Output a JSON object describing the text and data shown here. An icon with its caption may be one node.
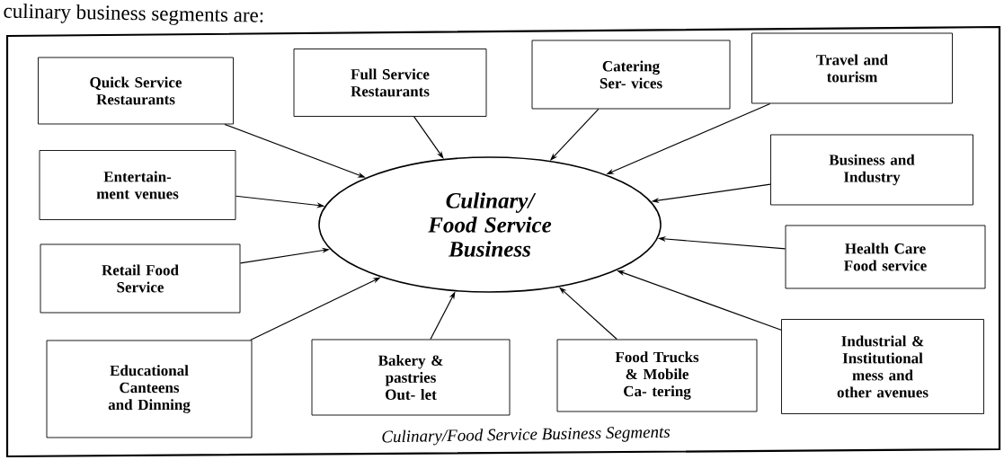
{
  "diagram": {
    "caption": "Culinary/Food Service Business Segments",
    "nodes": [
      {
        "text": [
          "Quick Service Restaurants"
        ]
      },
      {
        "text": [
          "Full Service Restaurants"
        ]
      },
      {
        "text": [
          "Catering Ser- vices"
        ]
      },
      {
        "text": [
          "Travel and tourism"
        ]
      },
      {
        "text": [
          "Entertain- ment venues"
        ]
      },
      {
        "text": [
          "Business and Industry"
        ]
      },
      {
        "text": [
          "Culinary/ Food Service Business"
        ]
      },
      {
        "text": [
          "Retail Food Service"
        ]
      },
      {
        "text": [
          "Health Care Food service"
        ]
      },
      {
        "text": [
          "Educational Canteens and Dinning"
        ]
      },
      {
        "text": [
          "Bakery & pastries Out- let"
        ]
      },
      {
        "text": [
          "Food Trucks & Mobile Ca- tering"
        ]
      },
      {
        "text": [
          "Industrial & Institutional mess and other avenues"
        ]
      }
    ],
    "edges": [
      {
        "from": 0,
        "to": 6,
        "arrow": "to"
      },
      {
        "from": 1,
        "to": 6,
        "arrow": "to"
      },
      {
        "from": 2,
        "to": 6,
        "arrow": "to"
      },
      {
        "from": 3,
        "to": 6,
        "arrow": "to"
      },
      {
        "from": 4,
        "to": 6,
        "arrow": "to"
      },
      {
        "from": 5,
        "to": 6,
        "arrow": "to"
      },
      {
        "from": 7,
        "to": 6,
        "arrow": "to"
      },
      {
        "from": 8,
        "to": 6,
        "arrow": "to"
      },
      {
        "from": 9,
        "to": 6,
        "arrow": "to"
      },
      {
        "from": 10,
        "to": 6,
        "arrow": "to"
      },
      {
        "from": 11,
        "to": 6,
        "arrow": "to"
      },
      {
        "from": 12,
        "to": 6,
        "arrow": "to"
      }
    ],
    "labels": [
      "culinary business segments are:"
    ]
  }
}
